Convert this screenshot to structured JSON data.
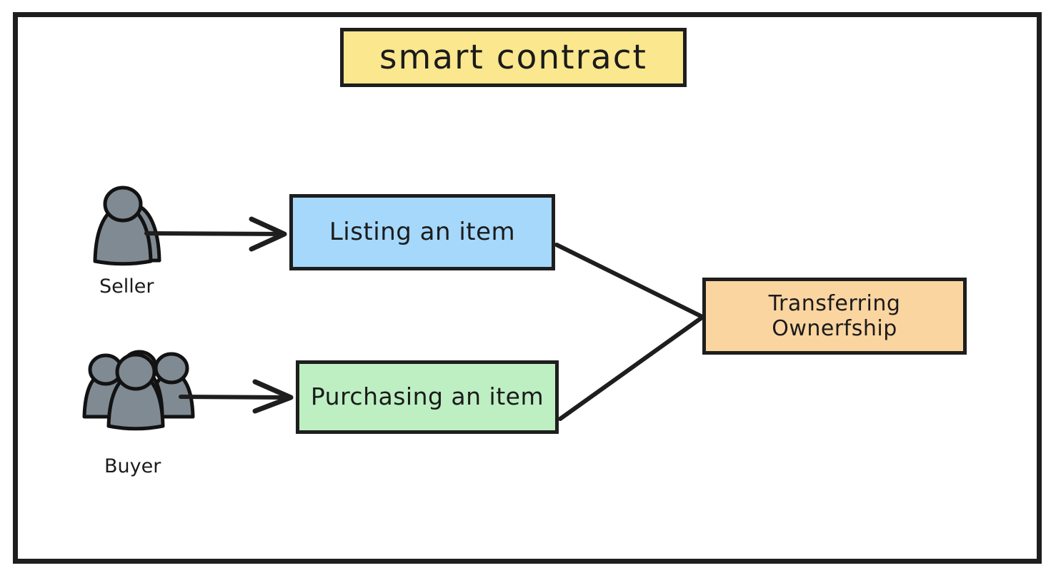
{
  "diagram": {
    "title_box": {
      "label": "smart contract",
      "color": "#FAE78E"
    },
    "nodes": [
      {
        "id": "listing",
        "label": "Listing an item",
        "color": "#A5D8FB"
      },
      {
        "id": "purchasing",
        "label": "Purchasing an item",
        "color": "#BDEFC2"
      },
      {
        "id": "transferring",
        "label": "Transferring\nOwnerfship",
        "color": "#FBD5A0"
      }
    ],
    "actors": [
      {
        "id": "seller",
        "caption": "Seller",
        "icon": "single-person-icon",
        "count": 1,
        "color": "#808A93"
      },
      {
        "id": "buyer",
        "caption": "Buyer",
        "icon": "group-of-people-icon",
        "count": 3,
        "color": "#808A93"
      }
    ],
    "connections": [
      {
        "from": "seller",
        "to": "listing",
        "style": "arrow"
      },
      {
        "from": "buyer",
        "to": "purchasing",
        "style": "arrow"
      },
      {
        "from": "listing",
        "to": "transferring",
        "style": "line"
      },
      {
        "from": "purchasing",
        "to": "transferring",
        "style": "line"
      }
    ],
    "stroke_color": "#1e1e1e",
    "background_color": "#ffffff"
  }
}
